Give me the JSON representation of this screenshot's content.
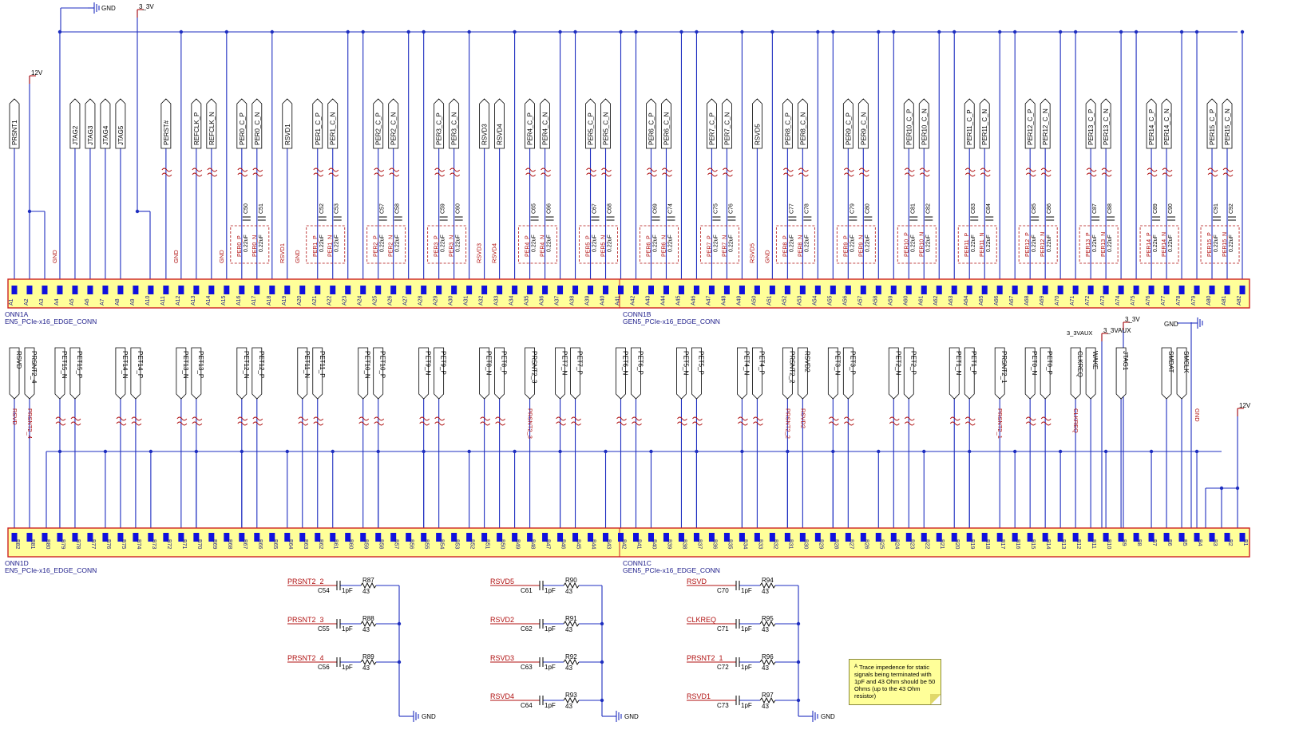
{
  "colors": {
    "wire": "#1e2ec0",
    "net": "#b01010",
    "body": "#ffff99",
    "pin": "#1010dd",
    "conn_border": "#cc2222"
  },
  "power": {
    "gnd": "GND",
    "v33": "3_3V",
    "v12": "12V",
    "v33aux": "3_3VAUX"
  },
  "connectors": {
    "top_left_ref": "ONN1A",
    "top_left_val": "EN5_PCIe-x16_EDGE_CONN",
    "top_right_ref": "CONN1B",
    "top_right_val": "GEN5_PCIe-x16_EDGE_CONN",
    "bot_left_ref": "ONN1D",
    "bot_left_val": "EN5_PCIe-x16_EDGE_CONN",
    "bot_right_ref": "CONN1C",
    "bot_right_val": "GEN5_PCIe-x16_EDGE_CONN"
  },
  "top_ports": [
    [
      "PRSNT1",
      1
    ],
    [
      "JTAG2",
      5
    ],
    [
      "JTAG3",
      6
    ],
    [
      "JTAG4",
      7
    ],
    [
      "JTAG5",
      8
    ],
    [
      "PERST#",
      11
    ],
    [
      "REFCLK_P",
      13
    ],
    [
      "REFCLK_N",
      14
    ],
    [
      "PER0_C_P",
      16
    ],
    [
      "PER0_C_N",
      17
    ],
    [
      "RSVD1",
      19
    ],
    [
      "PER1_C_P",
      21
    ],
    [
      "PER1_C_N",
      22
    ],
    [
      "PER2_C_P",
      25
    ],
    [
      "PER2_C_N",
      26
    ],
    [
      "PER3_C_P",
      29
    ],
    [
      "PER3_C_N",
      30
    ],
    [
      "RSVD3",
      32
    ],
    [
      "RSVD4",
      33
    ],
    [
      "PER4_C_P",
      35
    ],
    [
      "PER4_C_N",
      36
    ],
    [
      "PER5_C_P",
      39
    ],
    [
      "PER5_C_N",
      40
    ],
    [
      "PER6_C_P",
      43
    ],
    [
      "PER6_C_N",
      44
    ],
    [
      "PER7_C_P",
      47
    ],
    [
      "PER7_C_N",
      48
    ],
    [
      "RSVD5",
      50
    ],
    [
      "PER8_C_P",
      52
    ],
    [
      "PER8_C_N",
      53
    ],
    [
      "PER9_C_P",
      56
    ],
    [
      "PER9_C_N",
      57
    ],
    [
      "PER10_C_P",
      60
    ],
    [
      "PER10_C_N",
      61
    ],
    [
      "PER11_C_P",
      64
    ],
    [
      "PER11_C_N",
      65
    ],
    [
      "PER12_C_P",
      68
    ],
    [
      "PER12_C_N",
      69
    ],
    [
      "PER13_C_P",
      72
    ],
    [
      "PER13_C_N",
      73
    ],
    [
      "PER14_C_P",
      76
    ],
    [
      "PER14_C_N",
      77
    ],
    [
      "PER15_C_P",
      80
    ],
    [
      "PER15_C_N",
      81
    ]
  ],
  "top_gnd_pins": [
    4,
    12,
    15,
    18,
    23,
    24,
    27,
    28,
    31,
    34,
    37,
    38,
    41,
    42,
    45,
    46,
    49,
    51,
    54,
    55,
    58,
    59,
    62,
    63,
    66,
    67,
    70,
    71,
    74,
    75,
    78,
    79,
    82
  ],
  "top_net_labels": [
    [
      "GND",
      4
    ],
    [
      "GND",
      12
    ],
    [
      "GND",
      15
    ],
    [
      "RSVD1",
      19
    ],
    [
      "GND",
      20
    ],
    [
      "RSVD3",
      32
    ],
    [
      "RSVD4",
      33
    ],
    [
      "RSVD5",
      50
    ],
    [
      "GND",
      51
    ]
  ],
  "top_caps": [
    [
      "C50",
      16
    ],
    [
      "C51",
      17
    ],
    [
      "C52",
      21
    ],
    [
      "C53",
      22
    ],
    [
      "C57",
      25
    ],
    [
      "C58",
      26
    ],
    [
      "C59",
      29
    ],
    [
      "C60",
      30
    ],
    [
      "C65",
      35
    ],
    [
      "C66",
      36
    ],
    [
      "C67",
      39
    ],
    [
      "C68",
      40
    ],
    [
      "C69",
      43
    ],
    [
      "C74",
      44
    ],
    [
      "C75",
      47
    ],
    [
      "C76",
      48
    ],
    [
      "C77",
      52
    ],
    [
      "C78",
      53
    ],
    [
      "C79",
      56
    ],
    [
      "C80",
      57
    ],
    [
      "C81",
      60
    ],
    [
      "C82",
      61
    ],
    [
      "C83",
      64
    ],
    [
      "C84",
      65
    ],
    [
      "C85",
      68
    ],
    [
      "C86",
      69
    ],
    [
      "C87",
      72
    ],
    [
      "C88",
      73
    ],
    [
      "C89",
      76
    ],
    [
      "C90",
      77
    ],
    [
      "C91",
      80
    ],
    [
      "C92",
      81
    ]
  ],
  "cap_value": "0.22uF",
  "top_cap_nets": [
    [
      "PER0_P",
      16
    ],
    [
      "PER0_N",
      17
    ],
    [
      "PER1_P",
      21
    ],
    [
      "PER1_N",
      22
    ],
    [
      "PER2_P",
      25
    ],
    [
      "PER2_N",
      26
    ],
    [
      "PER3_P",
      29
    ],
    [
      "PER3_N",
      30
    ],
    [
      "PER4_P",
      35
    ],
    [
      "PER4_N",
      36
    ],
    [
      "PER5_P",
      39
    ],
    [
      "PER5_N",
      40
    ],
    [
      "PER6_P",
      43
    ],
    [
      "PER6_N",
      44
    ],
    [
      "PER7_P",
      47
    ],
    [
      "PER7_N",
      48
    ],
    [
      "PER8_P",
      52
    ],
    [
      "PER8_N",
      53
    ],
    [
      "PER9_P",
      56
    ],
    [
      "PER9_N",
      57
    ],
    [
      "PER10_P",
      60
    ],
    [
      "PER10_N",
      61
    ],
    [
      "PER11_P",
      64
    ],
    [
      "PER11_N",
      65
    ],
    [
      "PER12_P",
      68
    ],
    [
      "PER12_N",
      69
    ],
    [
      "PER13_P",
      72
    ],
    [
      "PER13_N",
      73
    ],
    [
      "PER14_P",
      76
    ],
    [
      "PER14_N",
      77
    ],
    [
      "PER15_P",
      80
    ],
    [
      "PER15_N",
      81
    ]
  ],
  "bot_ports": [
    [
      "RSVD",
      82
    ],
    [
      "PRSNT2_4",
      81
    ],
    [
      "PET15_N",
      79
    ],
    [
      "PET15_P",
      78
    ],
    [
      "PET14_N",
      75
    ],
    [
      "PET14_P",
      74
    ],
    [
      "PET13_N",
      71
    ],
    [
      "PET13_P",
      70
    ],
    [
      "PET12_N",
      67
    ],
    [
      "PET12_P",
      66
    ],
    [
      "PET11_N",
      63
    ],
    [
      "PET11_P",
      62
    ],
    [
      "PET10_N",
      59
    ],
    [
      "PET10_P",
      58
    ],
    [
      "PET9_N",
      55
    ],
    [
      "PET9_P",
      54
    ],
    [
      "PET8_N",
      51
    ],
    [
      "PET8_P",
      50
    ],
    [
      "PRSNT2_3",
      48
    ],
    [
      "PET7_N",
      46
    ],
    [
      "PET7_P",
      45
    ],
    [
      "PET6_N",
      42
    ],
    [
      "PET6_P",
      41
    ],
    [
      "PET5_N",
      38
    ],
    [
      "PET5_P",
      37
    ],
    [
      "PET4_N",
      34
    ],
    [
      "PET4_P",
      33
    ],
    [
      "PRSNT2_2",
      31
    ],
    [
      "RSVD2",
      30
    ],
    [
      "PET3_N",
      28
    ],
    [
      "PET3_P",
      27
    ],
    [
      "PET2_N",
      24
    ],
    [
      "PET2_P",
      23
    ],
    [
      "PET1_N",
      20
    ],
    [
      "PET1_P",
      19
    ],
    [
      "PRSNT2_1",
      17
    ],
    [
      "PET0_N",
      15
    ],
    [
      "PET0_P",
      14
    ],
    [
      "CLKREQ",
      12
    ],
    [
      "WAKE",
      11
    ],
    [
      "JTAG1",
      9
    ],
    [
      "SMDAT",
      6
    ],
    [
      "SMCLK",
      5
    ]
  ],
  "bot_net_labels": [
    [
      "RSVD",
      82
    ],
    [
      "PRSNT2_4",
      81
    ],
    [
      "PRSNT2_3",
      48
    ],
    [
      "PRSNT2_2",
      31
    ],
    [
      "RSVD2",
      30
    ],
    [
      "PRSNT2_1",
      17
    ],
    [
      "CLKREQ",
      12
    ],
    [
      "GND",
      4
    ]
  ],
  "rc_groups": [
    [
      [
        "PRSNT2_2",
        "C54",
        "R87"
      ],
      [
        "PRSNT2_3",
        "C55",
        "R88"
      ],
      [
        "PRSNT2_4",
        "C56",
        "R89"
      ]
    ],
    [
      [
        "RSVD5",
        "C61",
        "R90"
      ],
      [
        "RSVD2",
        "C62",
        "R91"
      ],
      [
        "RSVD3",
        "C63",
        "R92"
      ],
      [
        "RSVD4",
        "C64",
        "R93"
      ]
    ],
    [
      [
        "RSVD",
        "C70",
        "R94"
      ],
      [
        "CLKREQ",
        "C71",
        "R95"
      ],
      [
        "PRSNT2_1",
        "C72",
        "R96"
      ],
      [
        "RSVD1",
        "C73",
        "R97"
      ]
    ]
  ],
  "rc_cap_value": "1pF",
  "rc_res_value": "43",
  "note": {
    "marker": "A",
    "text": "Trace impedence for static signals being terminated with 1pF and 43 Ohm should be 50 Ohms (up to the 43 Ohm resistor)"
  }
}
